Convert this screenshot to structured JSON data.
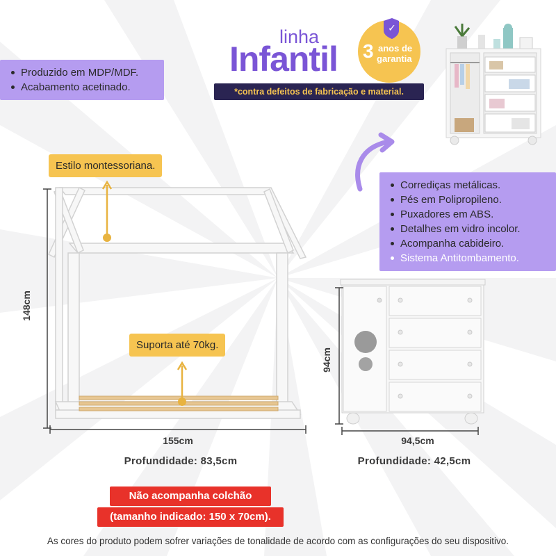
{
  "header": {
    "linha": "linha",
    "infantil": "Infantil",
    "badge_line1": "anos de",
    "badge_number": "3",
    "badge_line2": "garantia",
    "warranty_note": "*contra defeitos de fabricação e material."
  },
  "materials": {
    "items": [
      "Produzido em MDP/MDF.",
      "Acabamento acetinado."
    ]
  },
  "features": {
    "items": [
      {
        "text": "Corrediças metálicas.",
        "highlight": false
      },
      {
        "text": "Pés em Polipropileno.",
        "highlight": false
      },
      {
        "text": "Puxadores em ABS.",
        "highlight": false
      },
      {
        "text": "Detalhes em vidro incolor.",
        "highlight": false
      },
      {
        "text": "Acompanha cabideiro.",
        "highlight": false
      },
      {
        "text": "Sistema Antitombamento.",
        "highlight": true
      }
    ]
  },
  "bed": {
    "style_tag": "Estilo montessoriana.",
    "support_tag": "Suporta até 70kg.",
    "height": "148cm",
    "width": "155cm",
    "depth": "Profundidade: 83,5cm"
  },
  "dresser": {
    "height": "94cm",
    "width": "94,5cm",
    "depth": "Profundidade: 42,5cm"
  },
  "notice": {
    "line1": "Não acompanha colchão",
    "line2": "(tamanho indicado: 150 x 70cm)."
  },
  "footer": {
    "text": "As cores do produto podem sofrer variações de tonalidade de acordo com as configurações do seu dispositivo."
  },
  "colors": {
    "purple": "#b59cf0",
    "yellow": "#f6c451",
    "red": "#e8322a",
    "brand_purple": "#7a55d6"
  }
}
